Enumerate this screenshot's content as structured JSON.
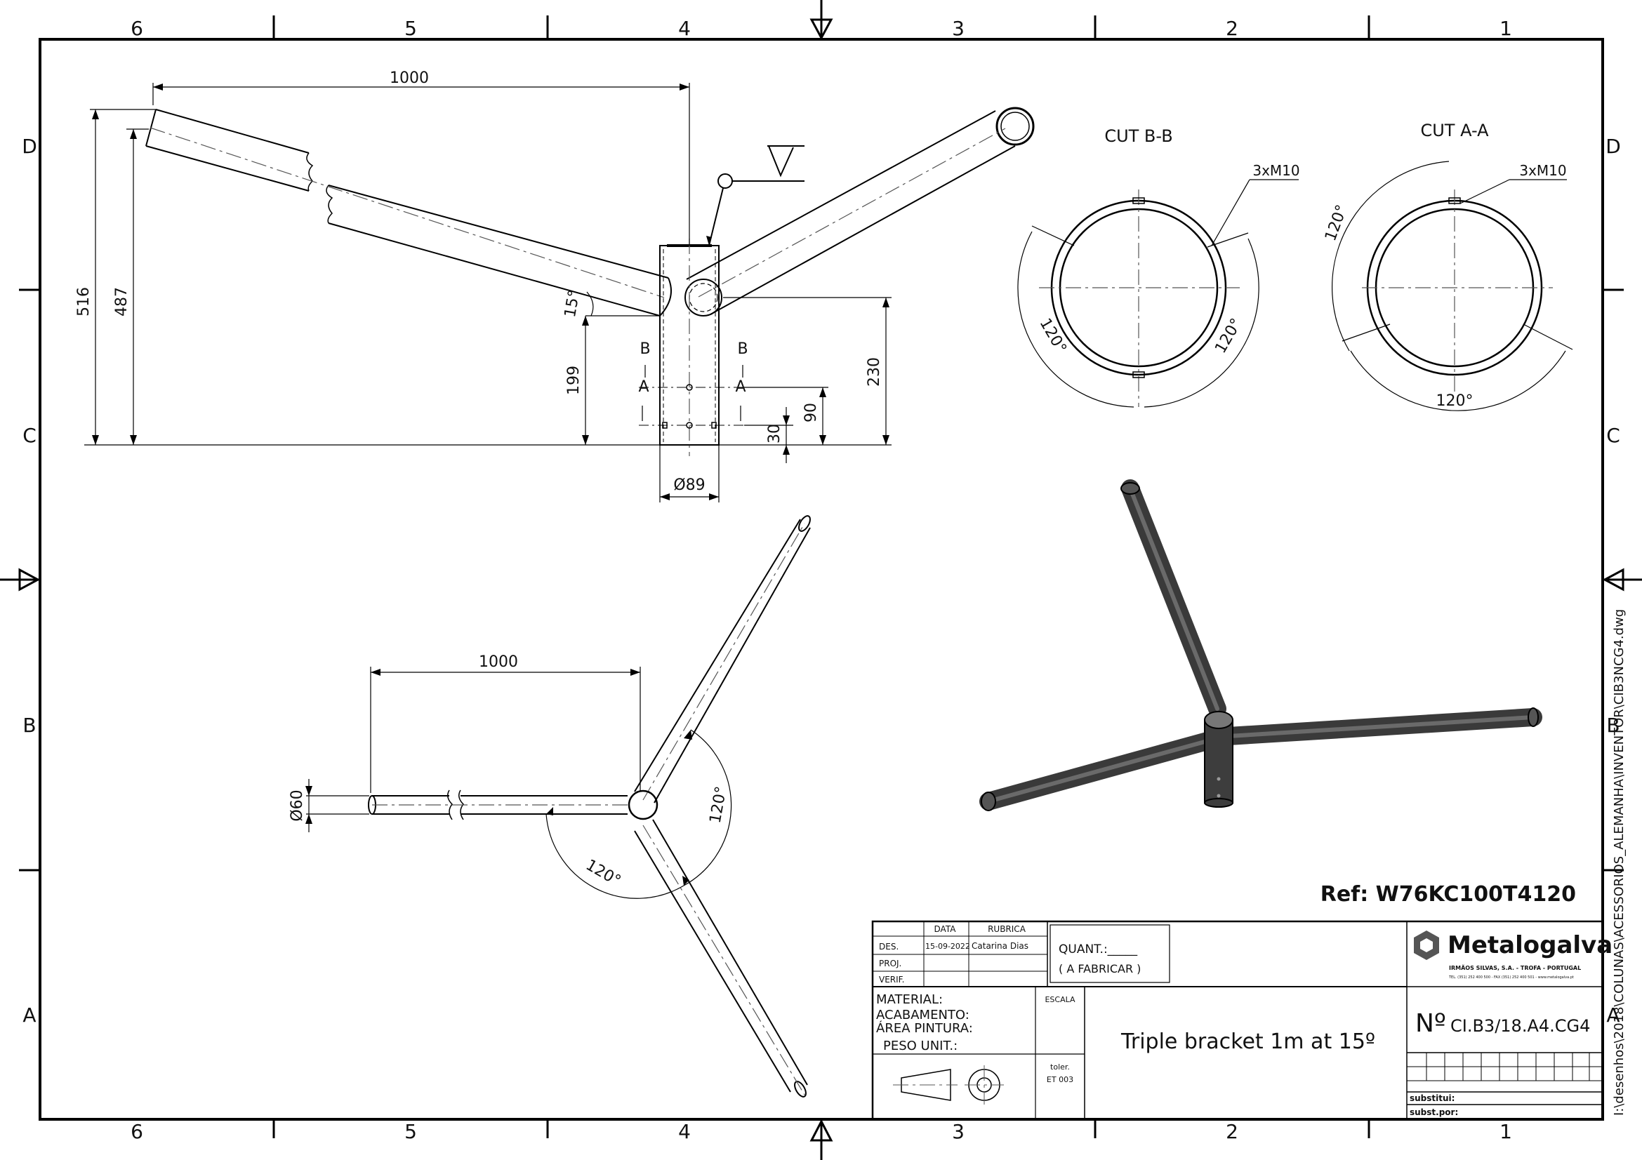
{
  "frame": {
    "zones_top": [
      "6",
      "5",
      "4",
      "3",
      "2",
      "1"
    ],
    "zones_bottom": [
      "6",
      "5",
      "4",
      "3",
      "2",
      "1"
    ],
    "zones_left": [
      "D",
      "C",
      "B",
      "A"
    ],
    "zones_right": [
      "D",
      "C",
      "B",
      "A"
    ]
  },
  "front_view": {
    "dim_horizontal": "1000",
    "dim_516": "516",
    "dim_487": "487",
    "dim_199": "199",
    "dim_230": "230",
    "dim_90": "90",
    "dim_30": "30",
    "angle_15": "15°",
    "dia_89": "Ø89",
    "section_b_left": "B",
    "section_b_right": "B",
    "section_a_left": "A",
    "section_a_right": "A"
  },
  "cut_bb": {
    "title": "CUT B-B",
    "holes": "3xM10",
    "angle_left": "120°",
    "angle_right": "120°"
  },
  "cut_aa": {
    "title": "CUT A-A",
    "holes": "3xM10",
    "angle_top": "120°",
    "angle_bottom": "120°"
  },
  "top_view": {
    "dim_1000": "1000",
    "dia_60": "Ø60",
    "angle_a": "120°",
    "angle_b": "120°"
  },
  "reference": "Ref: W76KC100T4120",
  "title_block": {
    "col_data": "DATA",
    "col_rubrica": "RUBRICA",
    "row_des": "DES.",
    "row_proj": "PROJ.",
    "row_verif": "VERIF.",
    "des_date": "15-09-2022",
    "des_name": "Catarina Dias",
    "quant": "QUANT.:_____",
    "a_fabricar": "( A FABRICAR )",
    "material": "MATERIAL:",
    "acabamento": "ACABAMENTO:",
    "area_pintura": "ÁREA PINTURA:",
    "peso": "PESO UNIT.:",
    "escala": "ESCALA",
    "toler": "toler.",
    "toler_std": "ET 003",
    "title": "Triple bracket 1m at 15º",
    "company": "Metalogalva",
    "company_sub": "IRMÃOS SILVAS, S.A. - TROFA - PORTUGAL",
    "company_contact": "TEL. (351) 252 400 500 - FAX (351) 252 400 501 - www.metalogalva.pt",
    "drawing_no_label": "Nº",
    "drawing_no": "CI.B3/18.A4.CG4",
    "substitui": "substitui:",
    "subst_por": "subst.por:"
  },
  "file_path": "I:\\desenhos\\2018\\COLUNAS\\ACESSORIOS_ALEMANHA\\INVENTOR\\CIB3NCG4.dwg"
}
